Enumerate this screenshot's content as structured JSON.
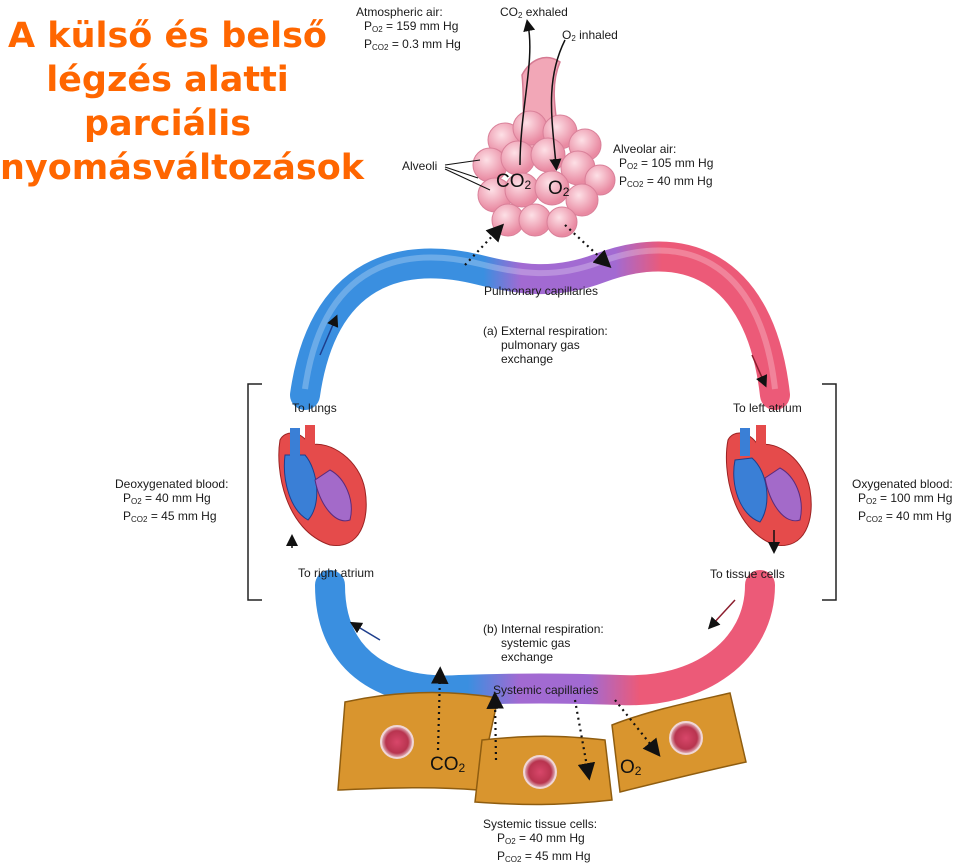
{
  "title_lines": [
    "A külső és belső",
    "légzés alatti",
    "parciális",
    "nyomásváltozások"
  ],
  "atmospheric": {
    "heading": "Atmospheric air:",
    "po2": "= 159 mm Hg",
    "pco2": "= 0.3 mm Hg"
  },
  "alveolar": {
    "heading": "Alveolar air:",
    "po2": "= 105 mm Hg",
    "pco2": "= 40 mm Hg"
  },
  "deoxygenated": {
    "heading": "Deoxygenated blood:",
    "po2": "= 40 mm Hg",
    "pco2": "= 45 mm Hg"
  },
  "oxygenated": {
    "heading": "Oxygenated blood:",
    "po2": "= 100 mm Hg",
    "pco2": "= 40 mm Hg"
  },
  "tissue": {
    "heading": "Systemic tissue cells:",
    "po2": "= 40 mm Hg",
    "pco2": "= 45 mm Hg"
  },
  "co2_exhaled": " exhaled",
  "o2_inhaled": " inhaled",
  "alveoli": "Alveoli",
  "pulmonary_capillaries": "Pulmonary capillaries",
  "external": [
    "(a) External respiration:",
    "pulmonary gas",
    "exchange"
  ],
  "internal": [
    "(b) Internal respiration:",
    "systemic gas",
    "exchange"
  ],
  "systemic_capillaries": "Systemic capillaries",
  "to_lungs": "To lungs",
  "to_left_atrium": "To left atrium",
  "to_right_atrium": "To right atrium",
  "to_tissue_cells": "To tissue cells",
  "co2": "CO",
  "o2": "O",
  "sub2": "2",
  "sub_o2": "O2",
  "sub_co2": "CO2",
  "p": "P",
  "colors": {
    "title": "#ff6600",
    "deoxygenated": "#3a8fe0",
    "oxygenated": "#ec5a78",
    "capillary": "#a26ad2",
    "tissue": "#d9952e",
    "lung": "#f2b0c0"
  }
}
